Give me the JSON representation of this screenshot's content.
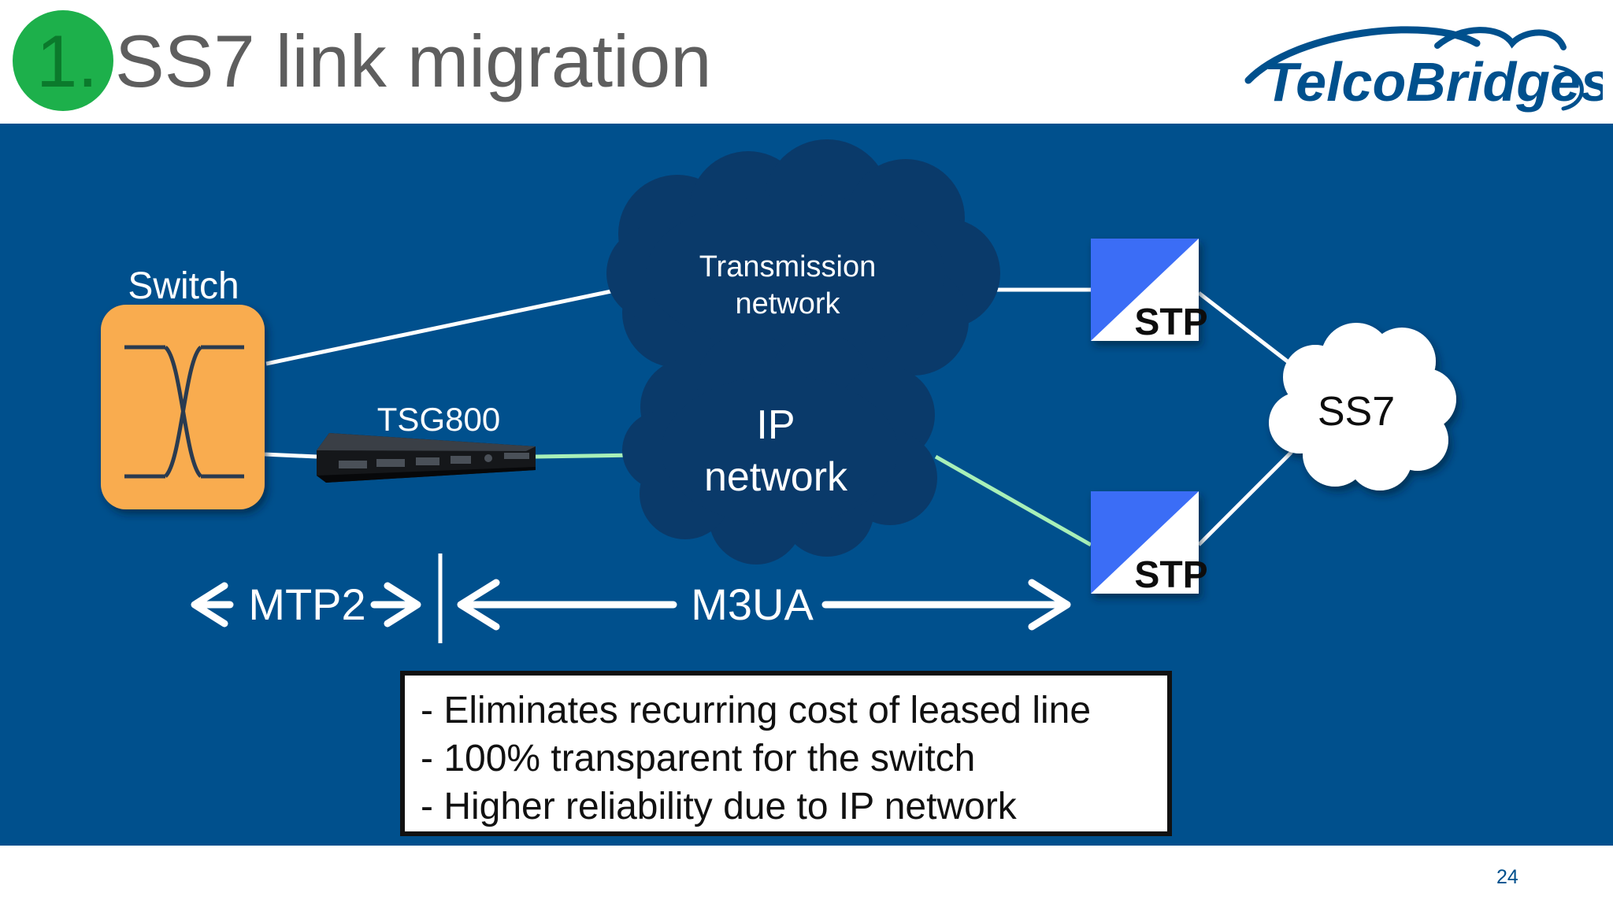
{
  "slide": {
    "number": "1.",
    "title": "SS7 link migration",
    "logo_text": "TelcoBridges",
    "page_number": "24"
  },
  "diagram": {
    "switch_label": "Switch",
    "tsg_label": "TSG800",
    "transmission_line1": "Transmission",
    "transmission_line2": "network",
    "ip_line1": "IP",
    "ip_line2": "network",
    "stp_top_label": "STP",
    "stp_bottom_label": "STP",
    "ss7_label": "SS7",
    "mtp2_label": "MTP2",
    "m3ua_label": "M3UA"
  },
  "benefits": [
    "- Eliminates recurring cost of leased line",
    "- 100% transparent for the switch",
    "- Higher reliability due to IP network"
  ],
  "colors": {
    "background": "#00508d",
    "accent_green": "#1db04b",
    "switch_orange": "#f9ac50",
    "stp_blue": "#3b6df6",
    "ip_link_green": "#a8f0b8",
    "cloud_dark": "#0a3a6a"
  }
}
